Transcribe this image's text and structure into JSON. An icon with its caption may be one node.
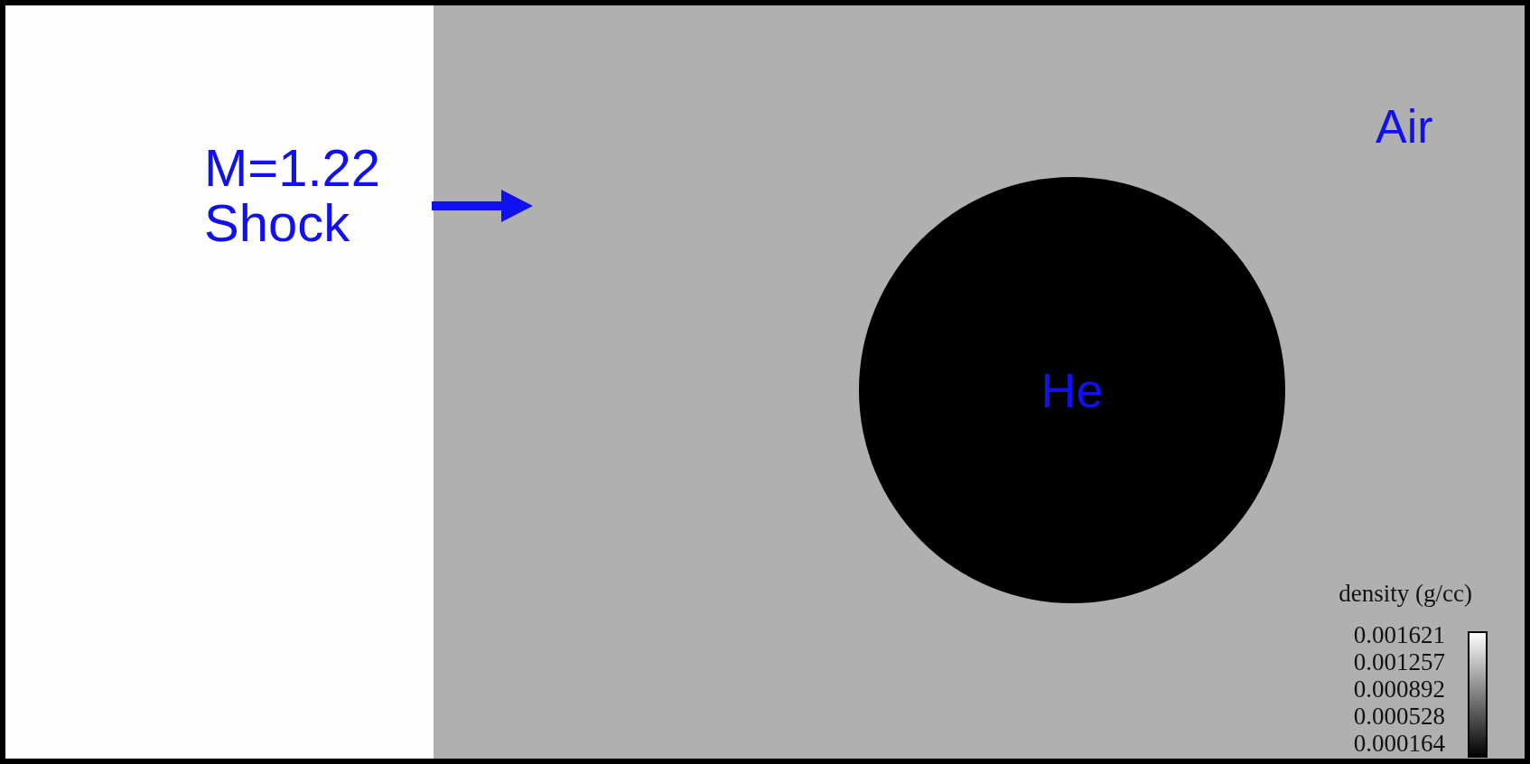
{
  "diagram": {
    "nodes": [
      {
        "text": [
          "Air"
        ]
      },
      {
        "text": [
          "He"
        ],
        "in": 0
      }
    ],
    "labels": [
      "M=1.22 Shock",
      "density (g/cc)",
      "0.001621",
      "0.001257",
      "0.000892",
      "0.000528",
      "0.000164"
    ]
  }
}
